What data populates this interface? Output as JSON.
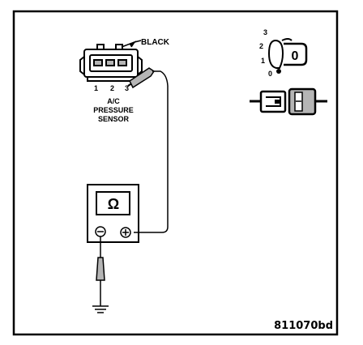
{
  "labels": {
    "wire_color": "BLACK",
    "pin_1": "1",
    "pin_2": "2",
    "pin_3": "3",
    "sensor_line1": "A/C",
    "sensor_line2": "PRESSURE",
    "sensor_line3": "SENSOR",
    "meter_symbol": "Ω",
    "key_pos_0": "0",
    "key_pos_1": "1",
    "key_pos_2": "2",
    "key_pos_3": "3",
    "figure_code": "811070bd"
  },
  "colors": {
    "ink": "#000000",
    "paper": "#ffffff",
    "fill_grey": "#b5b5b5"
  }
}
